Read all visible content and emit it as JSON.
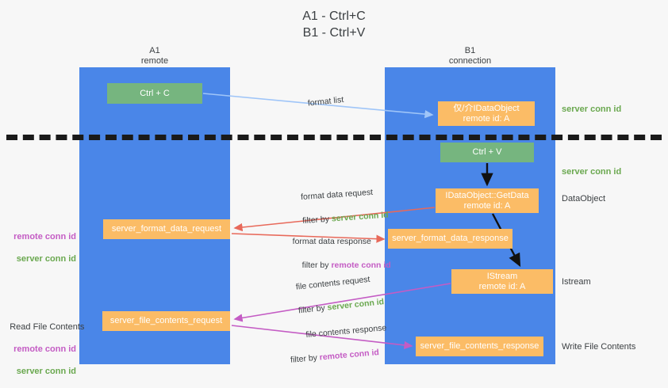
{
  "title": "A1 - Ctrl+C\nB1 - Ctrl+V",
  "columns": {
    "left": {
      "name": "A1",
      "sub": "remote",
      "label": "A1\nremote"
    },
    "right": {
      "name": "B1",
      "sub": "connection",
      "label": "B1\nconnection"
    }
  },
  "boxes": {
    "ctrl_c": "Ctrl + C",
    "ctrl_v": "Ctrl + V",
    "idataobject": "仅/介IDataObject\nremote id: A",
    "getdata": "IDataObject::GetData\nremote id: A",
    "istream": "IStream\nremote id: A",
    "server_format_data_request": "server_format_data_request",
    "server_format_data_response": "server_format_data_response",
    "server_file_contents_request": "server_file_contents_request",
    "server_file_contents_response": "server_file_contents_response"
  },
  "side_labels": {
    "server_conn_id_top": "server conn id",
    "server_conn_id_second": "server conn id",
    "dataobject": "DataObject",
    "istream": "Istream",
    "write_file_contents": "Write File Contents"
  },
  "left_labels": {
    "remote_conn_id": "remote conn id",
    "server_conn_id": "server conn id",
    "read_file_contents": "Read File Contents"
  },
  "captions": {
    "format_list": "format list",
    "format_data_request": "format data request",
    "format_data_request_filter_prefix": "filter by ",
    "format_data_request_filter_value": "server conn id",
    "format_data_response": "format data response",
    "format_data_response_filter_prefix": "filter by ",
    "format_data_response_filter_value": "remote conn id",
    "file_contents_request": "file contents request",
    "file_contents_request_filter_prefix": "filter by ",
    "file_contents_request_filter_value": "server conn id",
    "file_contents_response": "file contents response",
    "file_contents_response_filter_prefix": "filter by ",
    "file_contents_response_filter_value": "remote conn id"
  },
  "colors": {
    "lane": "#4a86e8",
    "orange": "#fbbc66",
    "green_box": "#76b57f",
    "green_text": "#6aa84f",
    "purple_text": "#c45cc4",
    "blue_arrow": "#9fc5f8",
    "red_arrow": "#e8695a",
    "magenta_arrow": "#c45cc4",
    "black_arrow": "#1a1a1a",
    "background": "#f7f7f7"
  }
}
